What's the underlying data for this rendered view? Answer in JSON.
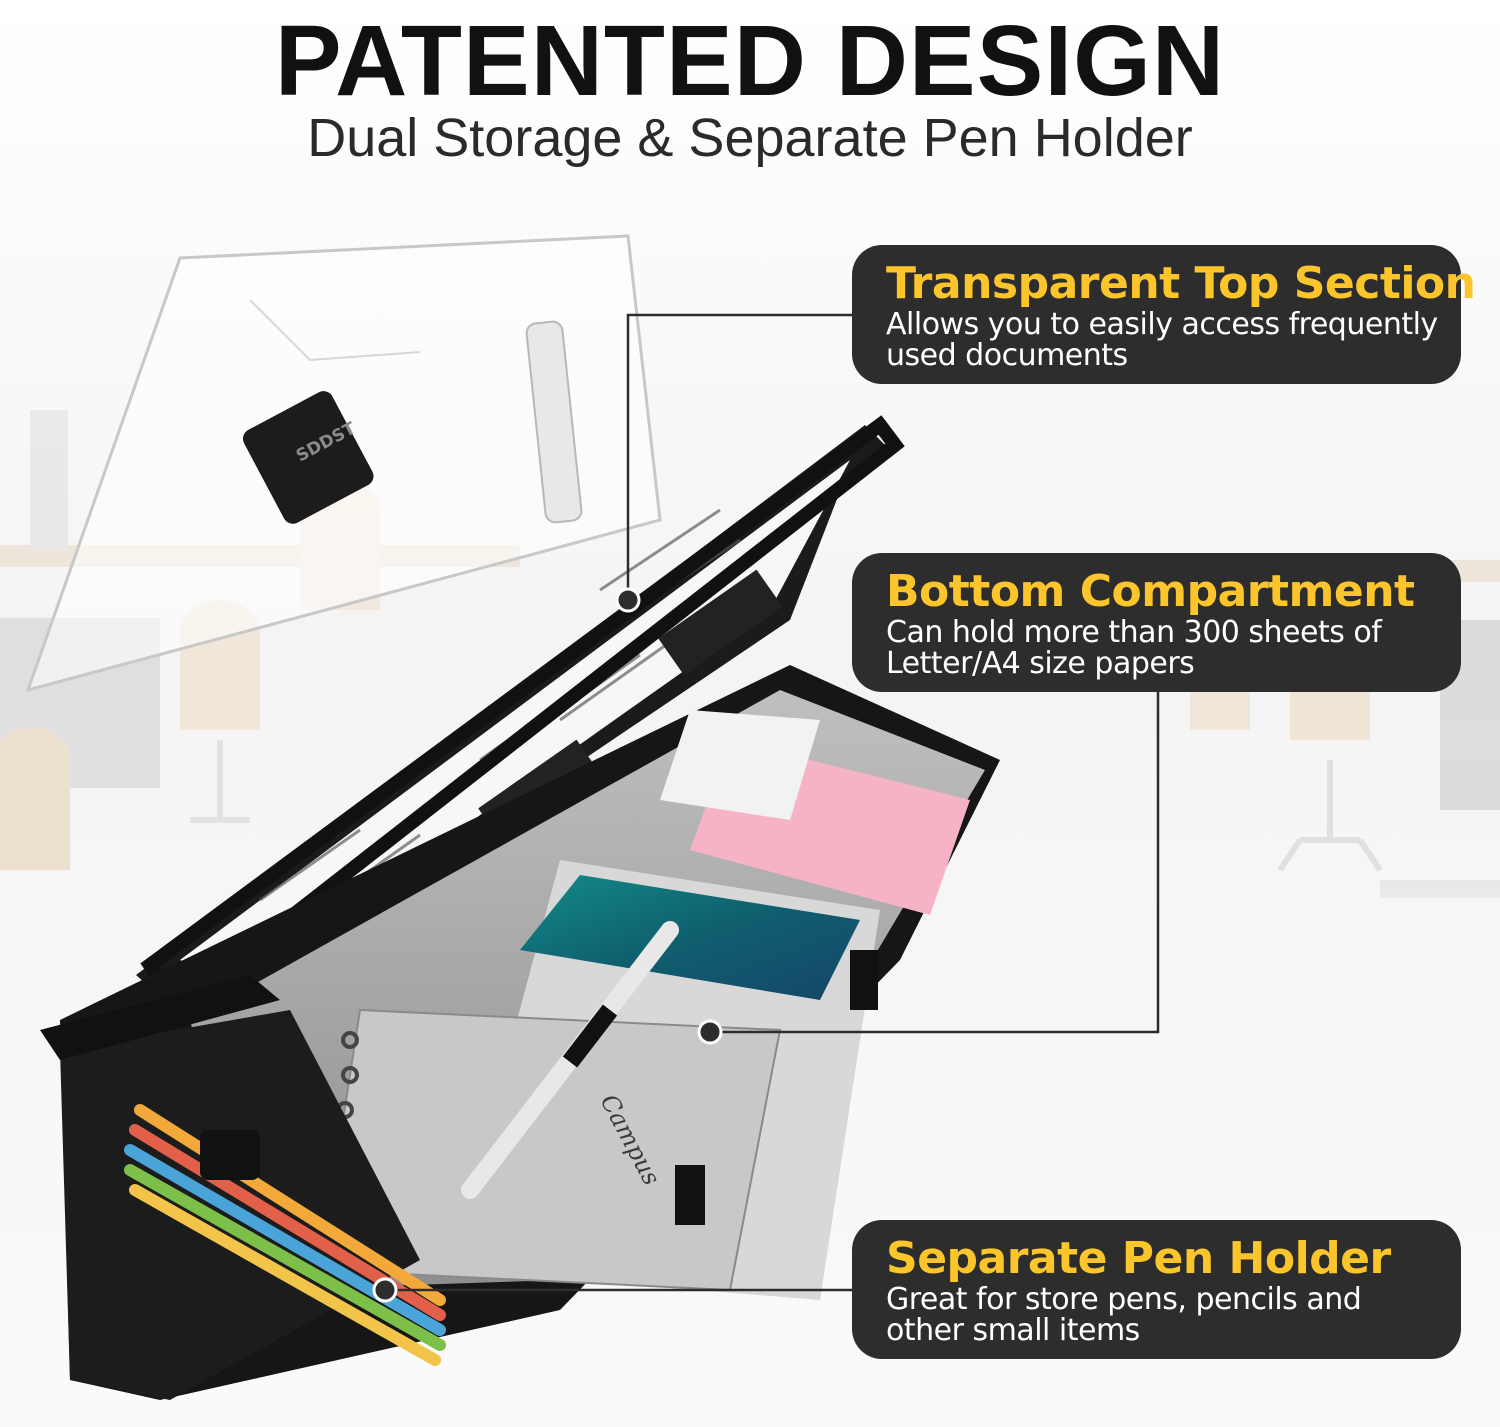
{
  "header": {
    "title": "PATENTED DESIGN",
    "subtitle": "Dual Storage & Separate Pen Holder"
  },
  "callouts": [
    {
      "title": "Transparent Top Section",
      "description": "Allows you to easily access frequently used documents"
    },
    {
      "title": "Bottom Compartment",
      "description": "Can hold more than 300 sheets of Letter/A4 size papers"
    },
    {
      "title": "Separate Pen Holder",
      "description": "Great for store pens, pencils and other small items"
    }
  ],
  "product_labels": {
    "clip_brand": "SDDST",
    "notebook_brand": "Campus"
  },
  "colors": {
    "callout_bg": "#2d2d2d",
    "callout_title": "#fcc52b",
    "callout_text": "#ffffff",
    "headline": "#111111",
    "case_black": "#1a1a1a",
    "sticky_note": "#f6b3c6"
  }
}
